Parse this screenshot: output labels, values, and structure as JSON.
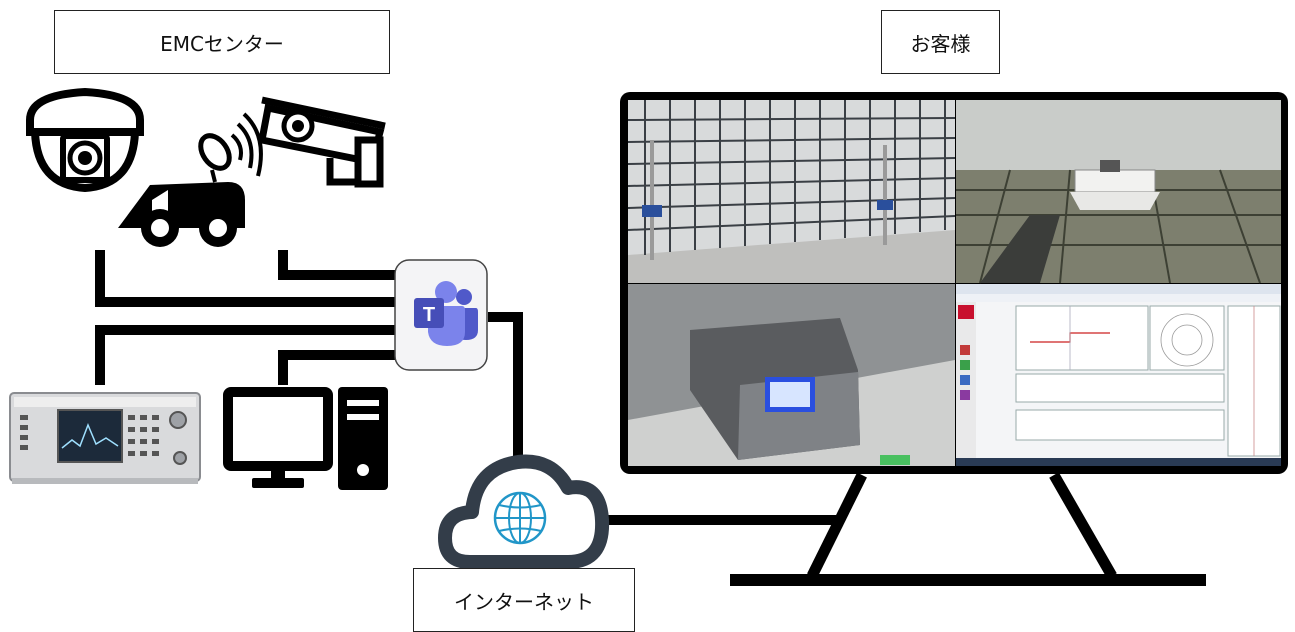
{
  "labels": {
    "emc_center": "EMCセンター",
    "customer": "お客様",
    "internet": "インターネット"
  },
  "icons": {
    "dome_camera": "dome-camera-icon",
    "bullet_camera": "bullet-camera-icon",
    "van": "satellite-van-icon",
    "analyzer": "spectrum-analyzer-icon",
    "pc": "desktop-pc-icon",
    "teams": "teams-icon",
    "cloud": "cloud-globe-icon",
    "monitor": "monitor-icon"
  },
  "colors": {
    "line": "#000000",
    "teams_purple": "#5059c9",
    "teams_dark": "#464eb8",
    "teams_light": "#7b83eb",
    "cloud": "#333d49",
    "globe": "#2196c8",
    "emc_red": "#c8102e"
  }
}
